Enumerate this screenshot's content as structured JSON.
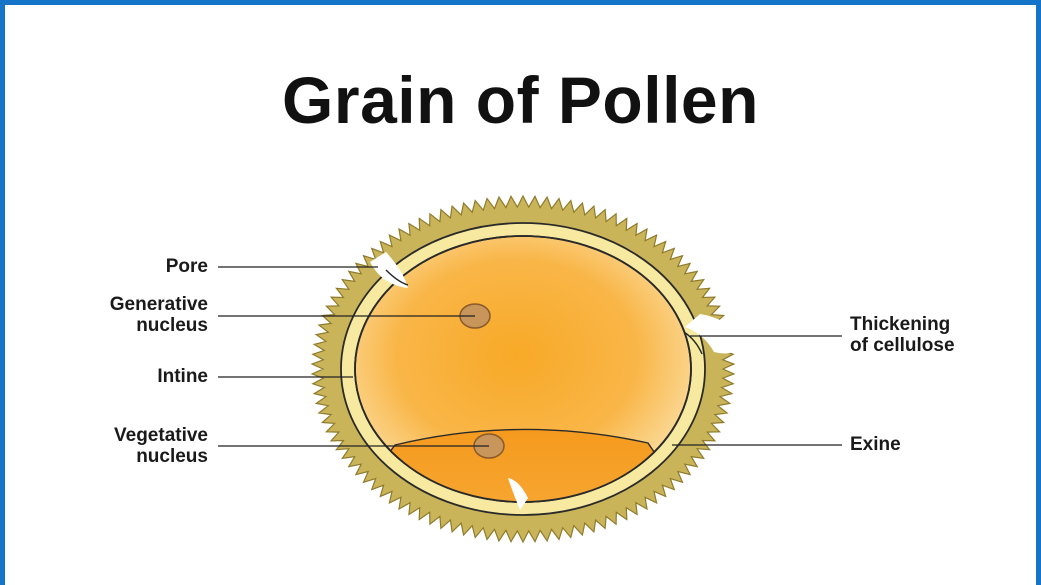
{
  "title": "Grain of Pollen",
  "labels": {
    "pore": "Pore",
    "generative_line1": "Generative",
    "generative_line2": "nucleus",
    "intine": "Intine",
    "vegetative_line1": "Vegetative",
    "vegetative_line2": "nucleus",
    "thickening_line1": "Thickening",
    "thickening_line2": "of cellulose",
    "exine": "Exine"
  },
  "colors": {
    "frame": "#1474c8",
    "exine": "#c9b45a",
    "intine": "#f7eaa0",
    "cytoplasm": "#f5a623",
    "vegetative_region": "#f39c12",
    "nucleus": "#c8955a"
  }
}
